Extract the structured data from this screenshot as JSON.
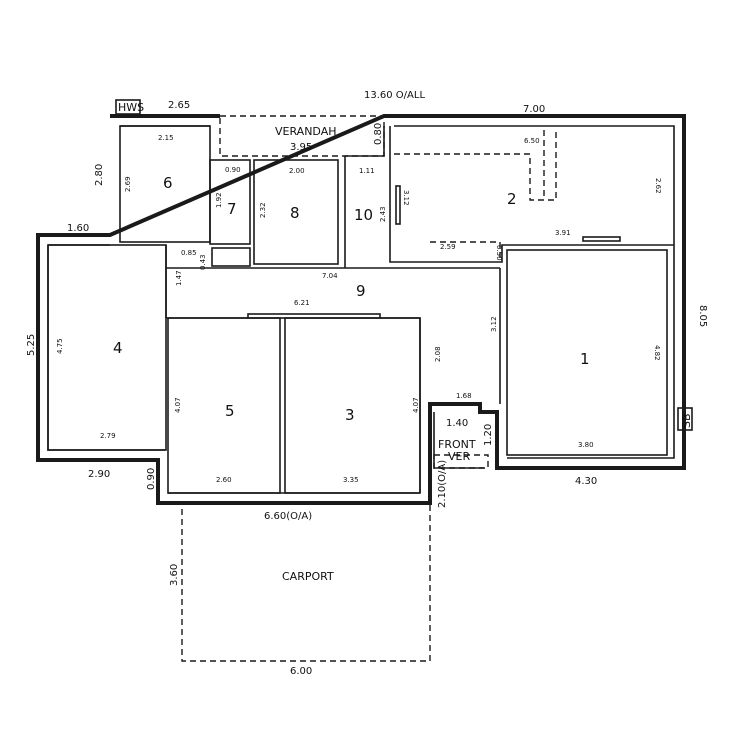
{
  "overall": "13.60 O/ALL",
  "labels": {
    "hws": "HWS",
    "sb": "SB",
    "verandah": "VERANDAH",
    "front": "FRONT",
    "ver": "VER",
    "carport": "CARPORT"
  },
  "rooms": {
    "r1": "1",
    "r2": "2",
    "r3": "3",
    "r4": "4",
    "r5": "5",
    "r6": "6",
    "r7": "7",
    "r8": "8",
    "r9": "9",
    "r10": "10"
  },
  "dims": {
    "d265": "2.65",
    "d700": "7.00",
    "d395": "3.95",
    "d080": "0.80",
    "d280": "2.80",
    "d160": "1.60",
    "d525": "5.25",
    "d805": "8.05",
    "d290": "2.90",
    "d090": "0.90",
    "d660": "6.60(O/A)",
    "d210": "2.10(O/A)",
    "d430": "4.30",
    "d140": "1.40",
    "d120": "1.20",
    "d360": "3.60",
    "d600": "6.00"
  },
  "small_dims": {
    "s215": "2.15",
    "s269": "2.69",
    "s090": "0.90",
    "s192": "1.92",
    "s200": "2.00",
    "s232": "2.32",
    "s111": "1.11",
    "s243": "2.43",
    "s312a": "3.12",
    "s650": "6.50",
    "s262": "2.62",
    "s391": "3.91",
    "s259": "2.59",
    "s050": "0.50",
    "s085": "0.85",
    "s043": "0.43",
    "s147": "1.47",
    "s704": "7.04",
    "s621": "6.21",
    "s475": "4.75",
    "s279": "2.79",
    "s407a": "4.07",
    "s260": "2.60",
    "s407b": "4.07",
    "s335": "3.35",
    "s208": "2.08",
    "s312b": "3.12",
    "s168": "1.68",
    "s482": "4.82",
    "s380": "3.80"
  }
}
